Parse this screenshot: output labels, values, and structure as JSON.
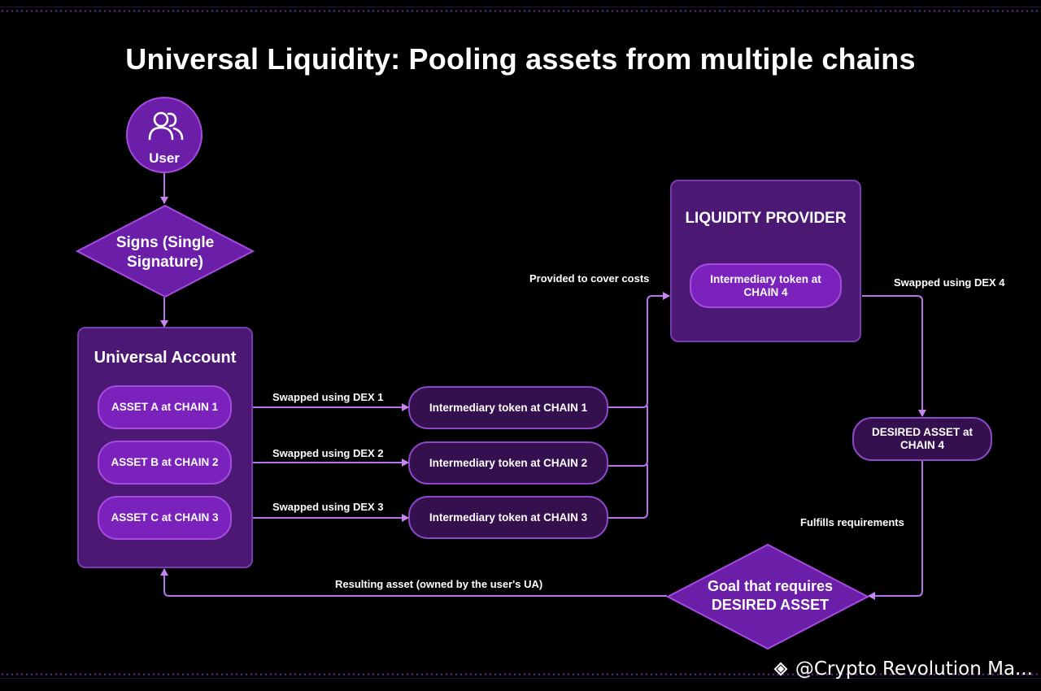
{
  "title": "Universal Liquidity: Pooling assets from multiple chains",
  "user": {
    "label": "User",
    "icon": "users-icon"
  },
  "signs": {
    "label": "Signs (Single Signature)"
  },
  "universal_account": {
    "title": "Universal Account",
    "assets": [
      "ASSET A at CHAIN 1",
      "ASSET B at CHAIN 2",
      "ASSET C at CHAIN 3"
    ]
  },
  "swaps": [
    "Swapped using DEX 1",
    "Swapped using DEX 2",
    "Swapped using DEX 3"
  ],
  "intermediary_tokens": [
    "Intermediary token at CHAIN 1",
    "Intermediary token at CHAIN 2",
    "Intermediary token at CHAIN 3"
  ],
  "provided_label": "Provided to cover costs",
  "liquidity_provider": {
    "title": "LIQUIDITY PROVIDER",
    "token": "Intermediary token at CHAIN 4"
  },
  "swap4_label": "Swapped using DEX 4",
  "desired_asset": "DESIRED ASSET at CHAIN 4",
  "fulfills_label": "Fulfills requirements",
  "goal": "Goal that requires DESIRED ASSET",
  "result_label": "Resulting asset (owned by the user's UA)",
  "watermark": {
    "icon": "binance-diamond-icon",
    "text": "@Crypto Revolution Ma..."
  },
  "colors": {
    "accent": "#a64be0",
    "panel": "#4b1873",
    "pill": "#7b22bd",
    "background": "#000000"
  }
}
